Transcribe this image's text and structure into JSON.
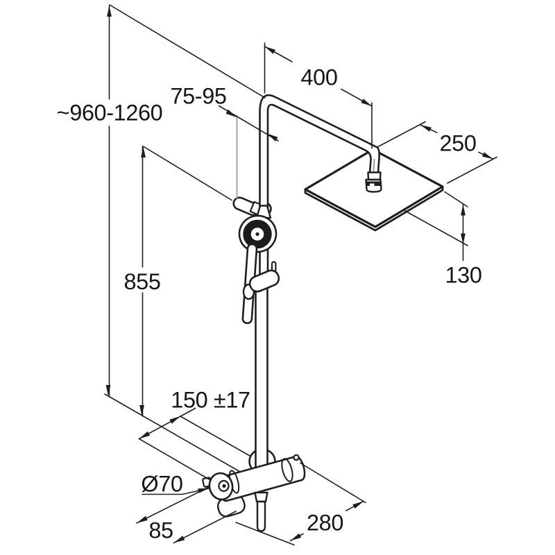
{
  "drawing": {
    "type": "technical-dimension-diagram",
    "subject": "thermostatic dual shower system with overhead square rain shower, hand shower rail and exposed thermostatic mixer",
    "units": "mm",
    "colors": {
      "line": "#1e1e1e",
      "background": "#ffffff",
      "reference_line": "#9a9a9a",
      "text": "#161616"
    }
  },
  "dimensions": {
    "height_range": {
      "label": "~960-1260"
    },
    "wall_offset": {
      "label": "75-95"
    },
    "arm_length": {
      "label": "400"
    },
    "head_width": {
      "label": "250"
    },
    "head_drop": {
      "label": "130"
    },
    "rail_length": {
      "label": "855"
    },
    "inlet_spacing": {
      "label": "150 ±17"
    },
    "rosette_diameter": {
      "label": "Ø70"
    },
    "valve_offset": {
      "label": "85"
    },
    "mixer_width": {
      "label": "280"
    }
  }
}
